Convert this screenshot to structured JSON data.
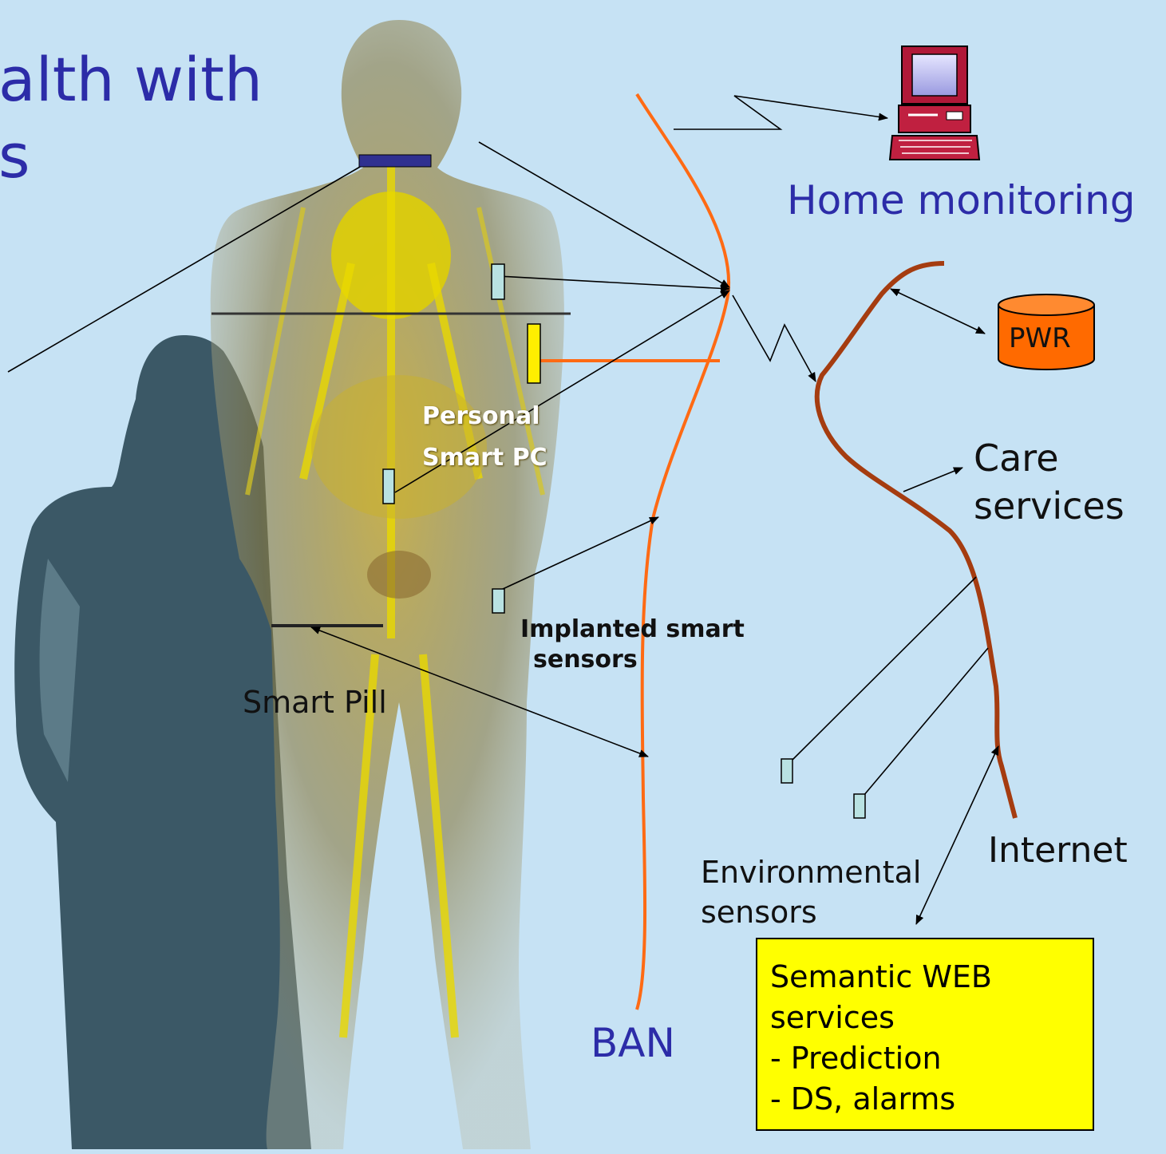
{
  "title": "alth with\ns",
  "nodes": {
    "home_monitoring": "Home monitoring",
    "pwr": "PWR",
    "care_services": "Care\nservices",
    "internet": "Internet",
    "environmental_sensors": "Environmental\nsensors",
    "semantic_web": {
      "lines": [
        "Semantic WEB",
        "services",
        "- Prediction",
        "- DS, alarms"
      ]
    },
    "ban": "BAN",
    "smart_pill": "Smart Pill",
    "implanted_sensors": {
      "line1": "Implanted smart",
      "line2": "sensors"
    },
    "personal_smart_pc": "Personal\nSmart PC"
  },
  "colors": {
    "background": "#c6e2f4",
    "title_text": "#2c2ca8",
    "ban_curve": "#ff6a14",
    "internet_curve": "#a53c10",
    "pwr_cylinder": "#ff6a00",
    "semantic_box": "#ffff00",
    "sensor": "#b9e2e2",
    "necklace_sensor": "#303090",
    "smart_pc_device": "#ffee00"
  },
  "icons": {
    "computer": "desktop-computer-icon",
    "database": "database-cylinder-icon"
  }
}
